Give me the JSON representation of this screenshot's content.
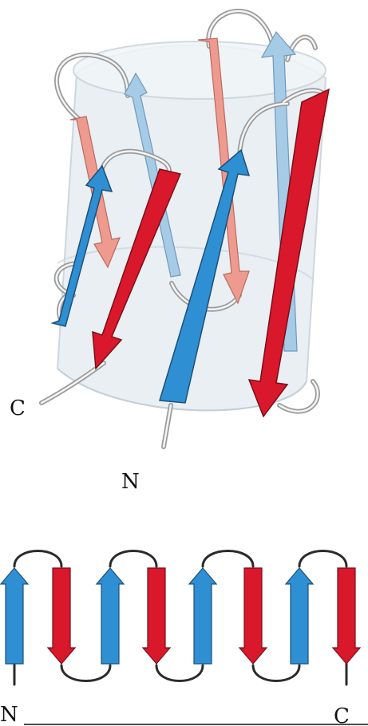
{
  "labels": {
    "barrel_c_terminus": "C",
    "barrel_n_terminus": "N",
    "topology_n_terminus": "N",
    "topology_c_terminus": "C"
  },
  "colors": {
    "strand_red": "#d9182b",
    "strand_red_light": "#ee9a8e",
    "strand_blue": "#2f8fd3",
    "strand_blue_light": "#a6cbe6",
    "loop": "#b5b5b5",
    "barrel_fill": "#e6edf1",
    "barrel_stroke": "#c3cfd6",
    "topology_loop": "#2b2b2b"
  },
  "topology": {
    "strands": [
      "up",
      "down",
      "up",
      "down",
      "up",
      "down",
      "up",
      "down"
    ],
    "strand_colors": [
      "blue",
      "red",
      "blue",
      "red",
      "blue",
      "red",
      "blue",
      "red"
    ]
  }
}
